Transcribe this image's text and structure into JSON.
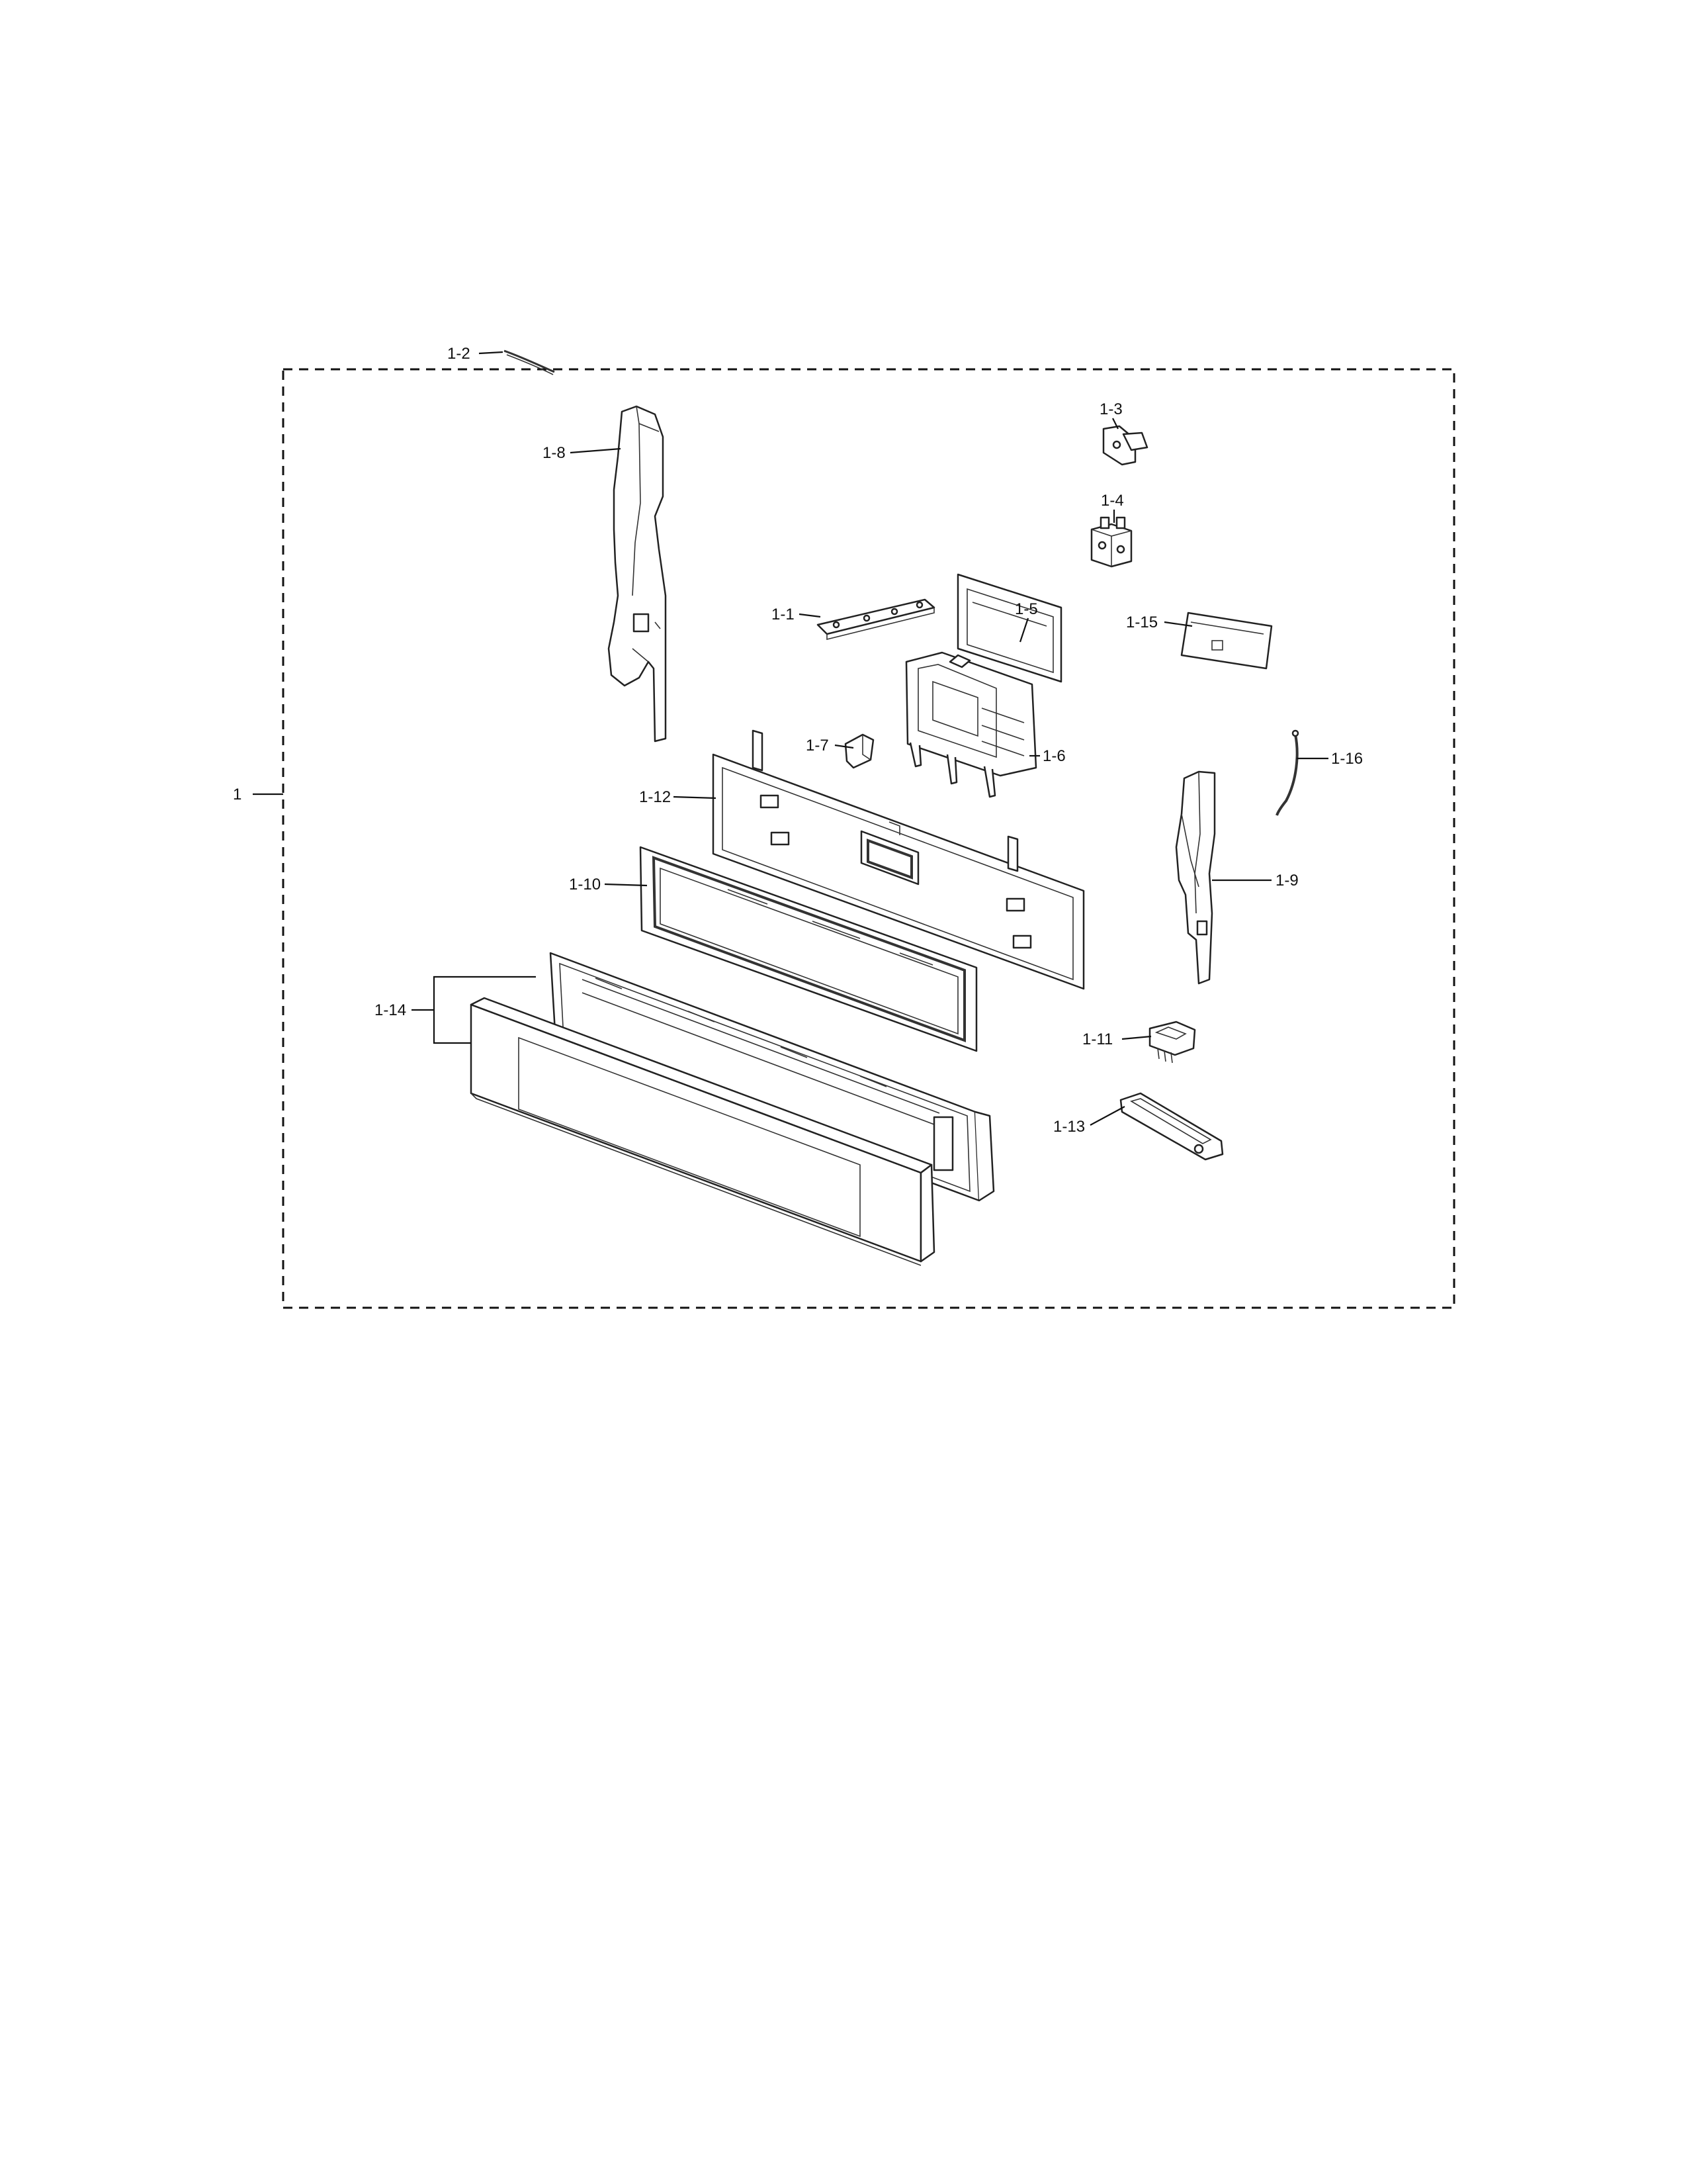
{
  "diagram": {
    "callouts": {
      "assembly": "1",
      "p1": "1-1",
      "p2": "1-2",
      "p3": "1-3",
      "p4": "1-4",
      "p5": "1-5",
      "p6": "1-6",
      "p7": "1-7",
      "p8": "1-8",
      "p9": "1-9",
      "p10": "1-10",
      "p11": "1-11",
      "p12": "1-12",
      "p13": "1-13",
      "p14": "1-14",
      "p15": "1-15",
      "p16": "1-16"
    },
    "colors": {
      "line": "#222222",
      "background": "#ffffff"
    }
  }
}
